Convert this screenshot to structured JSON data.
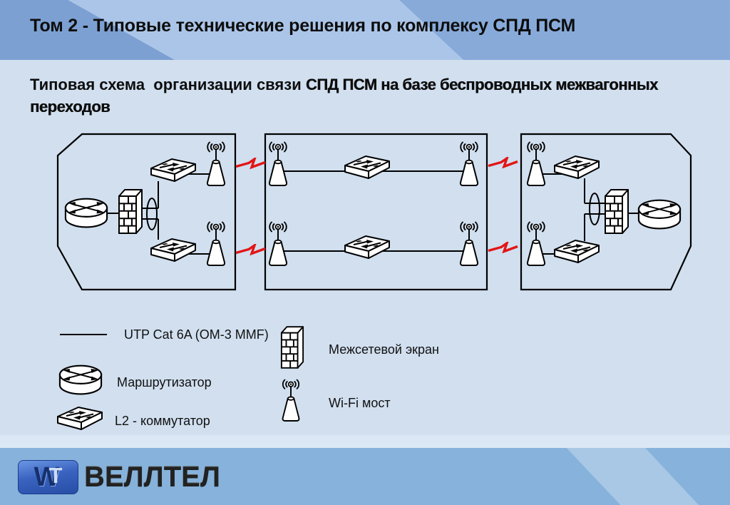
{
  "slide": {
    "title": "Том 2 - Типовые технические решения по комплексу СПД ПСМ",
    "subtitle_part1": "Типовая схема  организации связи ",
    "subtitle_part2": "СПД ПСМ на базе беспроводных межвагонных переходов"
  },
  "legend": {
    "items": [
      {
        "icon": "utp-line-icon",
        "label": "UTP Cat 6A (OM-3 MMF)"
      },
      {
        "icon": "router-icon",
        "label": "Маршрутизатор"
      },
      {
        "icon": "l2-switch-icon",
        "label": "L2 - коммутатор"
      },
      {
        "icon": "firewall-icon",
        "label": "Межсетевой экран"
      },
      {
        "icon": "wifi-bridge-icon",
        "label": "Wi-Fi мост"
      }
    ]
  },
  "footer": {
    "logo_mark_w": "W",
    "logo_mark_t": "T",
    "logo_name": "ВЕЛЛТЕЛ"
  },
  "colors": {
    "header_blue": "#87aad9",
    "header_band": "#abc5e8",
    "content_bg": "#d1dfef",
    "footer_blue": "#86b2db",
    "footer_band": "#a8c8e5",
    "wireless_red": "#e31515",
    "line_black": "#000000"
  },
  "diagram": {
    "sections": [
      {
        "id": "left",
        "devices": {
          "router": 1,
          "firewall": 1,
          "l2_switch": 2,
          "wifi_bridge": 2
        }
      },
      {
        "id": "middle",
        "devices": {
          "l2_switch": 2,
          "wifi_bridge": 4
        }
      },
      {
        "id": "right",
        "devices": {
          "router": 1,
          "firewall": 1,
          "l2_switch": 2,
          "wifi_bridge": 2
        }
      }
    ],
    "wireless_links": 4
  }
}
